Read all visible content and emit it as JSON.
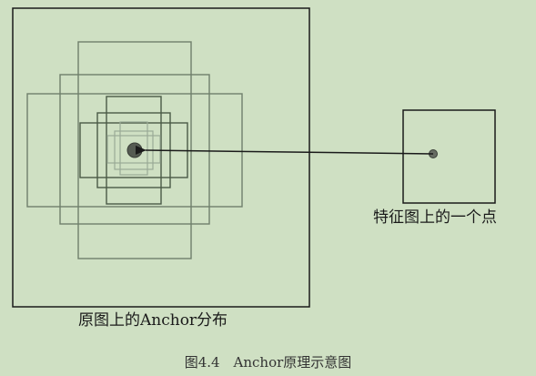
{
  "original_image_label": "原图上的Anchor分布",
  "feature_map_label": "特征图上的一个点",
  "caption": "图4.4　Anchor原理示意图",
  "colors": {
    "background": "#cfe0c3",
    "frame": "#1a1a1a",
    "anchor_dark": "#4a5a46",
    "anchor_mid": "#6f7f6b",
    "anchor_light": "#9aaa96",
    "center_point": "#555b52",
    "arrow": "#1a1a1a"
  },
  "icons": {
    "center": "anchor-center-dot-icon",
    "feature_point": "feature-point-dot-icon",
    "arrow": "mapping-arrow-icon"
  }
}
